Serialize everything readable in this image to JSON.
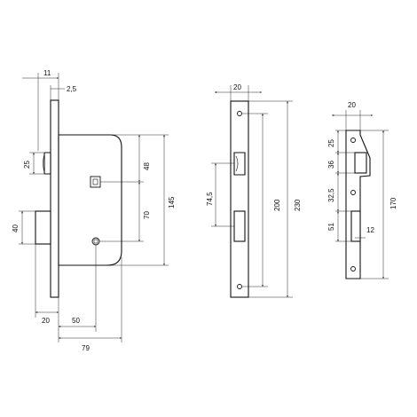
{
  "drawing": {
    "lock_body": {
      "dim_forend_thickness": "11",
      "dim_forend_offset": "2,5",
      "dim_latch_height": "25",
      "dim_bolt_height": "40",
      "dim_top_hub_offset": "48",
      "dim_hub_to_keyhole": "70",
      "dim_case_height": "145",
      "dim_bolt_projection": "20",
      "dim_backset": "50",
      "dim_case_depth": "79"
    },
    "faceplate": {
      "dim_width": "20",
      "dim_latch_pitch": "74,5",
      "dim_screw_pitch": "200",
      "dim_total_height": "230"
    },
    "strike_plate": {
      "dim_width": "20",
      "dim_top": "25",
      "dim_latch_opening": "36",
      "dim_gap": "32,5",
      "dim_bolt_opening": "51",
      "dim_lip": "12",
      "dim_total_height": "170"
    }
  }
}
